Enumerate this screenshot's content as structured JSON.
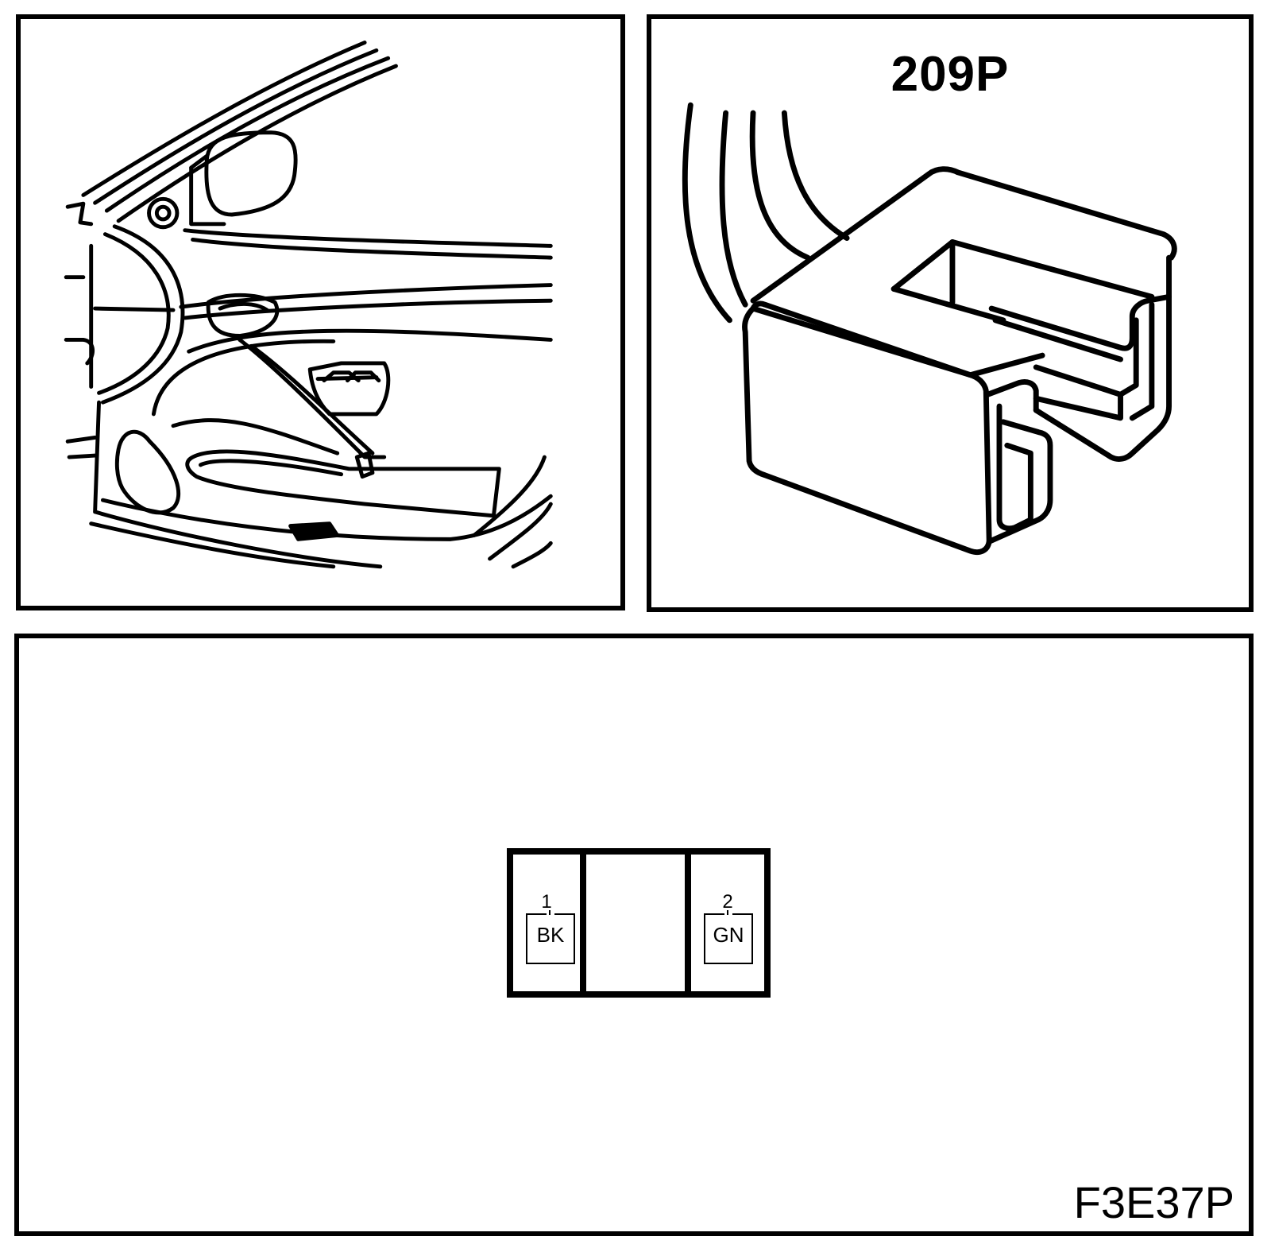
{
  "connector": {
    "title": "209P"
  },
  "pinout": {
    "pins": [
      {
        "number": "1",
        "color": "BK"
      },
      {
        "number": "2",
        "color": "GN"
      }
    ]
  },
  "figure_code": "F3E37P"
}
